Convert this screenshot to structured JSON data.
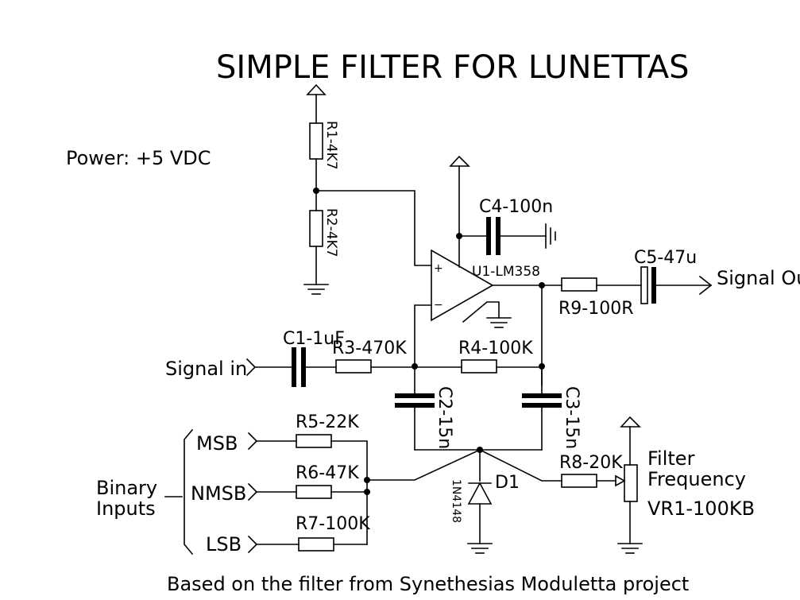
{
  "title": "SIMPLE FILTER FOR LUNETTAS",
  "power": "Power: +5 VDC",
  "footer": "Based on the filter from Synethesias Moduletta project",
  "labels": {
    "signal_in": "Signal in",
    "signal_out": "Signal Out",
    "msb": "MSB",
    "nmsb": "NMSB",
    "lsb": "LSB",
    "binary_line1": "Binary",
    "binary_line2": "Inputs",
    "filter_line1": "Filter",
    "filter_line2": "Frequency",
    "vr1": "VR1-100KB",
    "u1": "U1-LM358",
    "opamp_plus": "+",
    "opamp_minus": "−"
  },
  "components": {
    "r1": "R1-4K7",
    "r2": "R2-4K7",
    "r3": "R3-470K",
    "r4": "R4-100K",
    "r5": "R5-22K",
    "r6": "R6-47K",
    "r7": "R7-100K",
    "r8": "R8-20K",
    "r9": "R9-100R",
    "c1": "C1-1uF",
    "c2": "C2-15n",
    "c3": "C3-15n",
    "c4": "C4-100n",
    "c5": "C5-47u",
    "d1": "D1",
    "d1_part": "1N4148"
  }
}
